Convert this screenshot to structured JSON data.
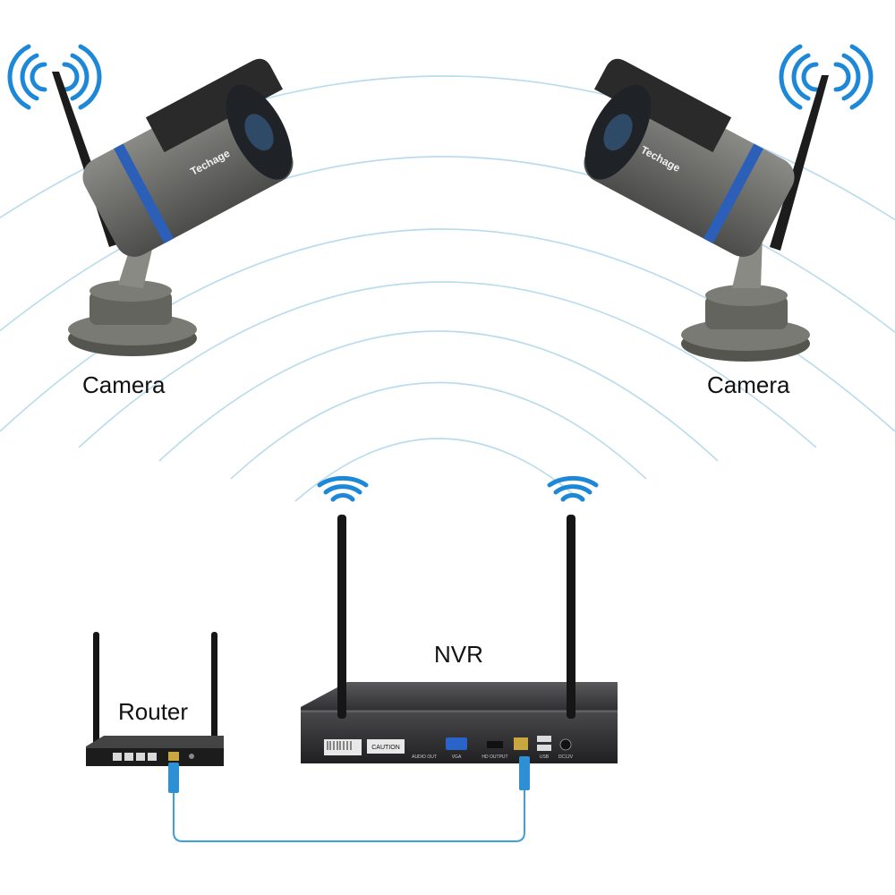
{
  "labels": {
    "camera_left": "Camera",
    "camera_right": "Camera",
    "nvr": "NVR",
    "router": "Router"
  },
  "device_text": {
    "brand": "Techage",
    "caution": "CAUTION",
    "port_audio_out": "AUDIO OUT",
    "port_vga": "VGA",
    "port_hd_output": "HD OUTPUT",
    "port_usb": "USB",
    "port_power": "DC12V"
  },
  "colors": {
    "wave": "#b9dced",
    "wifi": "#1e88d8",
    "cable": "#3ea0d8",
    "camera_body": "#6a6a68",
    "camera_ring": "#2c5fb8",
    "nvr_body": "#2d2d2f"
  }
}
